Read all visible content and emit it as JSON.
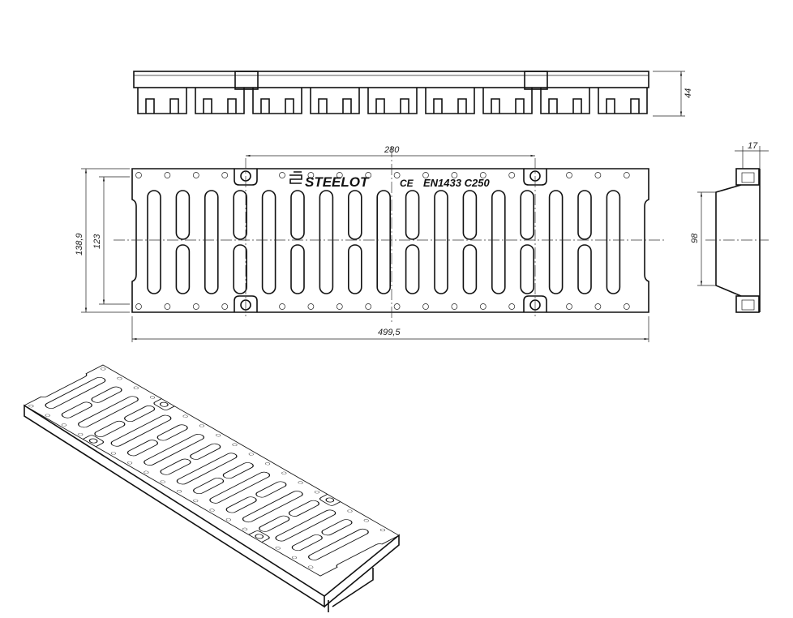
{
  "brand": {
    "logo_text": "STEELOT",
    "ce_mark": "CE",
    "standard": "EN1433 C250"
  },
  "dimensions": {
    "height": "44",
    "mount_spacing": "280",
    "depth": "17",
    "overall_width": "138,9",
    "inner_width": "123",
    "side_height": "98",
    "length": "499,5"
  },
  "colors": {
    "line": "#111111",
    "background": "#ffffff"
  }
}
